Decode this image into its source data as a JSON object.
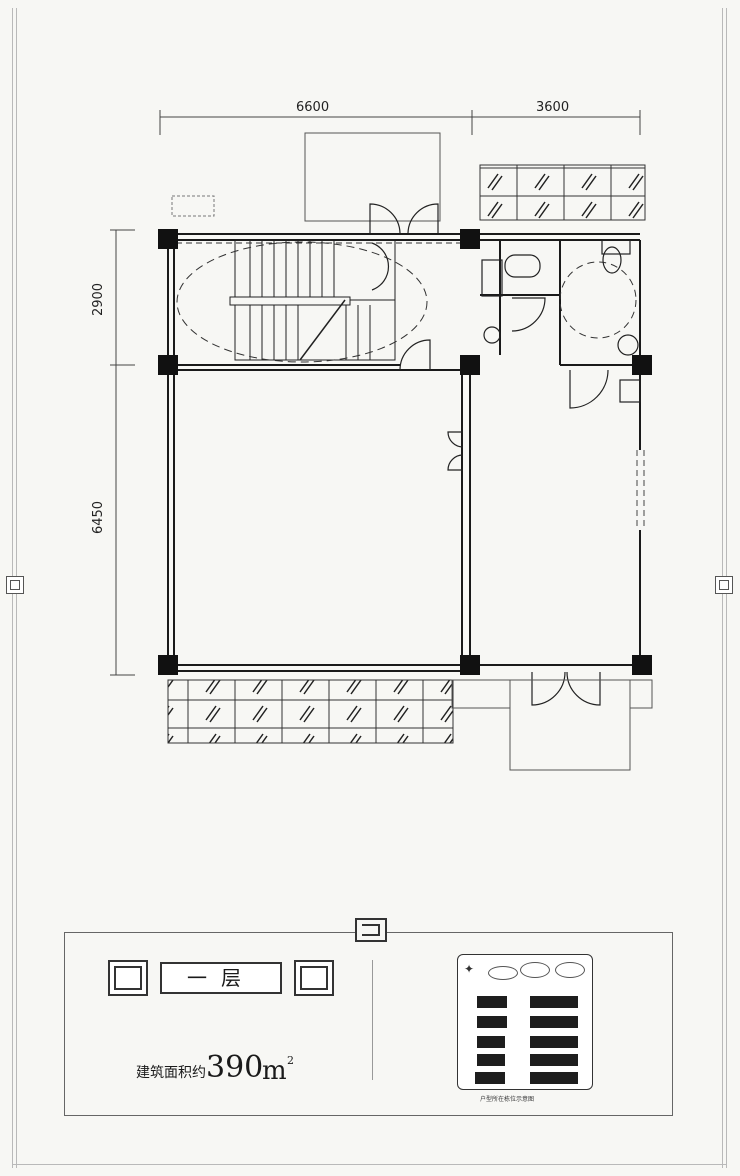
{
  "dimensions": {
    "top_left": "6600",
    "top_right": "3600",
    "left_upper": "2900",
    "left_lower": "6450"
  },
  "legend": {
    "floor_title": "一层",
    "area_label": "建筑面积约",
    "area_value": "390",
    "area_unit": "m",
    "area_unit_sup": "2",
    "key_map_caption": "户型所在栋位示意图"
  },
  "icons": {
    "frame_ornament": "fret-ornament-icon",
    "legend_badge": "fret-badge-icon",
    "north_arrow": "compass-star-icon"
  },
  "colors": {
    "background": "#f7f7f4",
    "wall": "#1a1a1a",
    "glazing": "#333333"
  }
}
